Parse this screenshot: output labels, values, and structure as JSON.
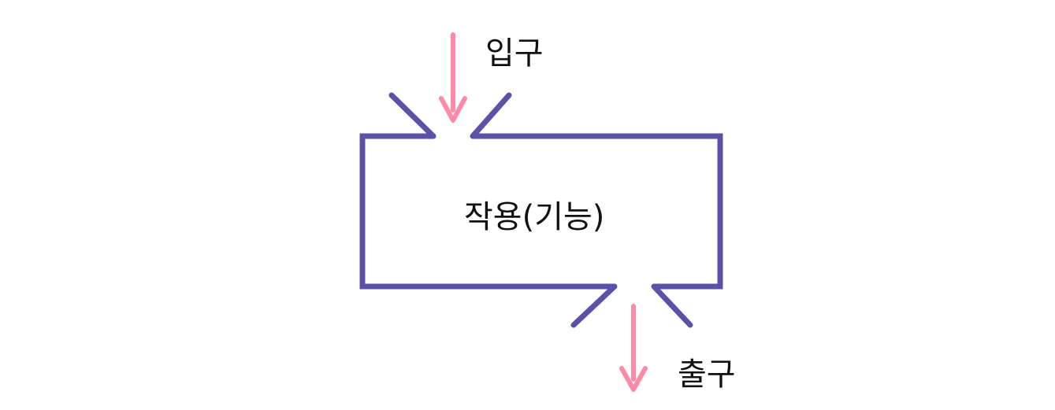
{
  "diagram": {
    "input_label": "입구",
    "function_label": "작용(기능)",
    "output_label": "출구",
    "colors": {
      "box_stroke": "#5b52a8",
      "arrow": "#ff8aa8",
      "text": "#111111",
      "background": "#ffffff"
    }
  }
}
